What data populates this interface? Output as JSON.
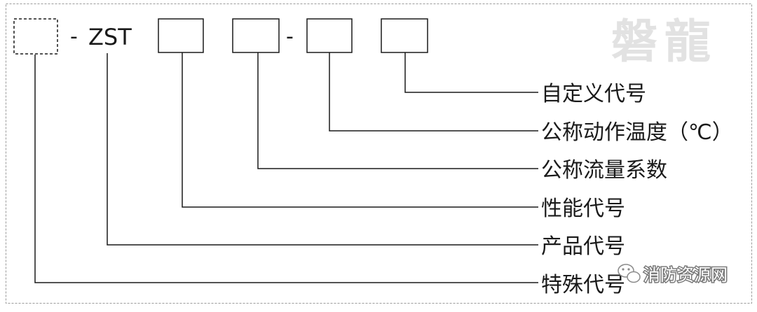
{
  "diagram": {
    "prefix_separator": "-",
    "product_code_text": "ZST",
    "mid_separator": "-",
    "watermark_logo_text": "磐龍",
    "labels": [
      "自定义代号",
      "公称动作温度（℃）",
      "公称流量系数",
      "性能代号",
      "产品代号",
      "特殊代号"
    ],
    "source_badge": {
      "icon": "wechat-icon",
      "text": "消防资源网"
    }
  },
  "colors": {
    "line": "#1a1a1a",
    "border_dashed": "#9a9a9a",
    "watermark": "#e2e2e2",
    "badge_text": "#ffffff"
  }
}
